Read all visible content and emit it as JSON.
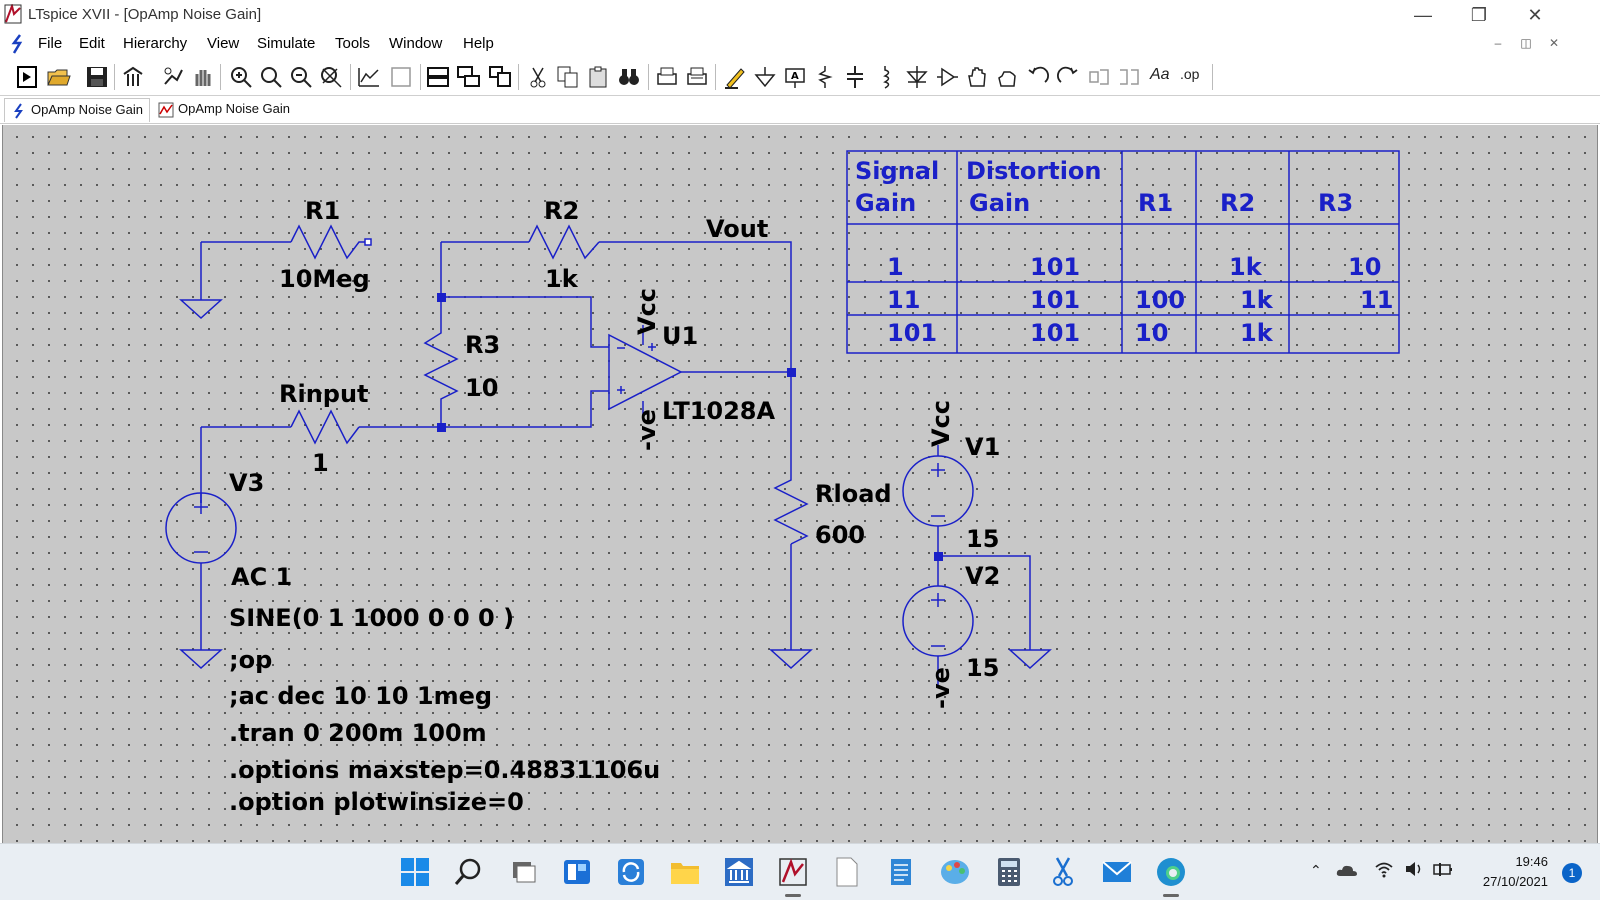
{
  "window": {
    "title": "LTspice XVII - [OpAmp Noise Gain]"
  },
  "menu": [
    "File",
    "Edit",
    "Hierarchy",
    "View",
    "Simulate",
    "Tools",
    "Window",
    "Help"
  ],
  "toolbar": {
    "aa_label": "Aa",
    "op_label": ".op"
  },
  "tabs": [
    {
      "label": "OpAmp Noise Gain",
      "icon": "schematic-icon",
      "active": true
    },
    {
      "label": "OpAmp Noise Gain",
      "icon": "waveform-icon",
      "active": false
    }
  ],
  "schematic": {
    "components": {
      "r1": {
        "name": "R1",
        "value": "10Meg"
      },
      "r2": {
        "name": "R2",
        "value": "1k"
      },
      "r3": {
        "name": "R3",
        "value": "10"
      },
      "rinput": {
        "name": "Rinput",
        "value": "1"
      },
      "u1": {
        "name": "U1",
        "value": "LT1028A",
        "vcc": "Vcc",
        "ve": "-ve"
      },
      "rload": {
        "name": "Rload",
        "value": "600"
      },
      "v1": {
        "name": "V1",
        "value": "15",
        "net": "Vcc"
      },
      "v2": {
        "name": "V2",
        "value": "15",
        "net": "-ve"
      },
      "v3": {
        "name": "V3",
        "ac": "AC 1",
        "sine": "SINE(0 1 1000 0 0 0  )"
      }
    },
    "net_labels": {
      "vout": "Vout"
    },
    "directives": [
      ";op",
      ";ac dec 10 10 1meg",
      ".tran 0 200m 100m",
      ".options maxstep=0.48831106u",
      ".option plotwinsize=0"
    ],
    "table": {
      "headers": [
        [
          "Signal",
          "Gain"
        ],
        [
          "Distortion",
          "Gain"
        ],
        [
          "R1"
        ],
        [
          "R2"
        ],
        [
          "R3"
        ]
      ],
      "rows": [
        [
          "1",
          "101",
          "",
          "1k",
          "10"
        ],
        [
          "11",
          "101",
          "100",
          "1k",
          "11"
        ],
        [
          "101",
          "101",
          "10",
          "1k",
          ""
        ]
      ]
    }
  },
  "taskbar": {
    "time": "19:46",
    "date": "27/10/2021",
    "notifications": "1"
  },
  "colors": {
    "wire": "#1a20c8",
    "canvas": "#c8c8c8",
    "label": "#000000",
    "table_text": "#1a20c8"
  }
}
